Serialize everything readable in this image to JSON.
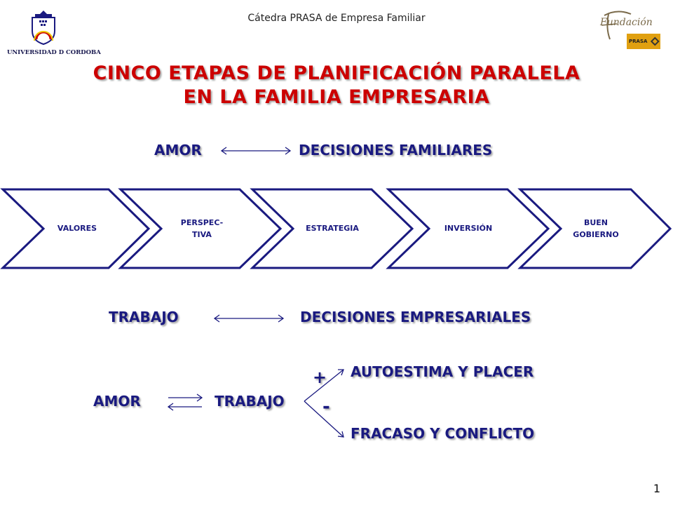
{
  "header": {
    "text": "Cátedra PRASA de Empresa Familiar"
  },
  "logos": {
    "left_caption": "UNIVERSIDAD D CORDOBA",
    "right_script": "Fundación",
    "right_badge": "PRASA"
  },
  "title": {
    "line1": "CINCO ETAPAS DE PLANIFICACIÓN PARALELA",
    "line2": "EN LA FAMILIA EMPRESARIA"
  },
  "row1": {
    "left": "AMOR",
    "right": "DECISIONES FAMILIARES"
  },
  "stages": [
    {
      "lines": [
        "VALORES"
      ]
    },
    {
      "lines": [
        "PERSPEC-",
        "TIVA"
      ]
    },
    {
      "lines": [
        "ESTRATEGIA"
      ]
    },
    {
      "lines": [
        "INVERSIÓN"
      ]
    },
    {
      "lines": [
        "BUEN",
        "GOBIERNO"
      ]
    }
  ],
  "row2": {
    "left": "TRABAJO",
    "right": "DECISIONES EMPRESARIALES"
  },
  "bottom": {
    "amor": "AMOR",
    "trabajo": "TRABAJO",
    "plus": "+",
    "minus": "-",
    "positive": "AUTOESTIMA Y PLACER",
    "negative": "FRACASO Y CONFLICTO"
  },
  "page_number": "1",
  "colors": {
    "title": "#cc0000",
    "text_blue": "#1a1a80",
    "chevron": "#1a1a80"
  }
}
